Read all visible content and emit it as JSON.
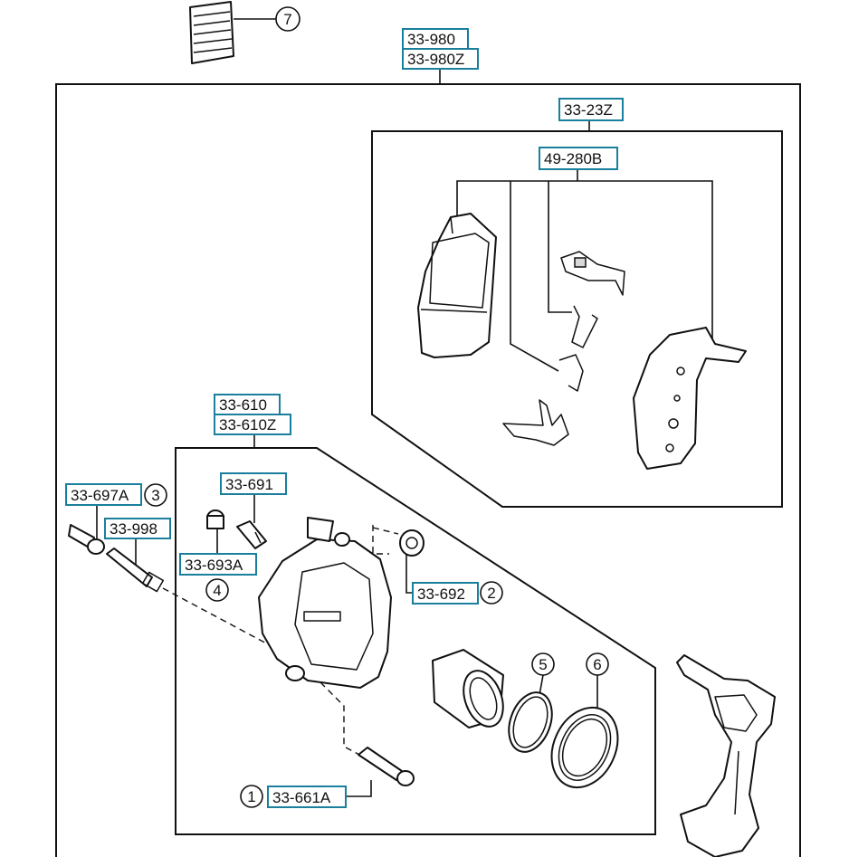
{
  "part_labels": {
    "caliper_kit_1": "33-980",
    "caliper_kit_2": "33-980Z",
    "pad_set": "33-23Z",
    "hardware_kit": "49-280B",
    "caliper_body_1": "33-610",
    "caliper_body_2": "33-610Z",
    "bleeder_screw": "33-691",
    "bleeder_cap": "33-693A",
    "guide_pin_boot_large": "33-692",
    "guide_pin_bushing": "33-697A",
    "guide_pin_upper": "33-998",
    "guide_pin_lower": "33-661A"
  },
  "callouts": {
    "c1": "1",
    "c2": "2",
    "c3": "3",
    "c4": "4",
    "c5": "5",
    "c6": "6",
    "c7": "7"
  },
  "colors": {
    "label_border": "#1a7f9c",
    "line": "#111111",
    "background": "#ffffff"
  }
}
